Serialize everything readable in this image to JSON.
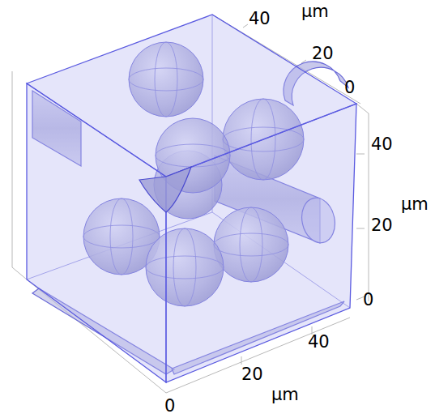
{
  "diagram": {
    "labels": [
      "40",
      "μm",
      "20",
      "0",
      "40",
      "μm",
      "20",
      "0",
      "40",
      "20",
      "μm",
      "0"
    ]
  }
}
